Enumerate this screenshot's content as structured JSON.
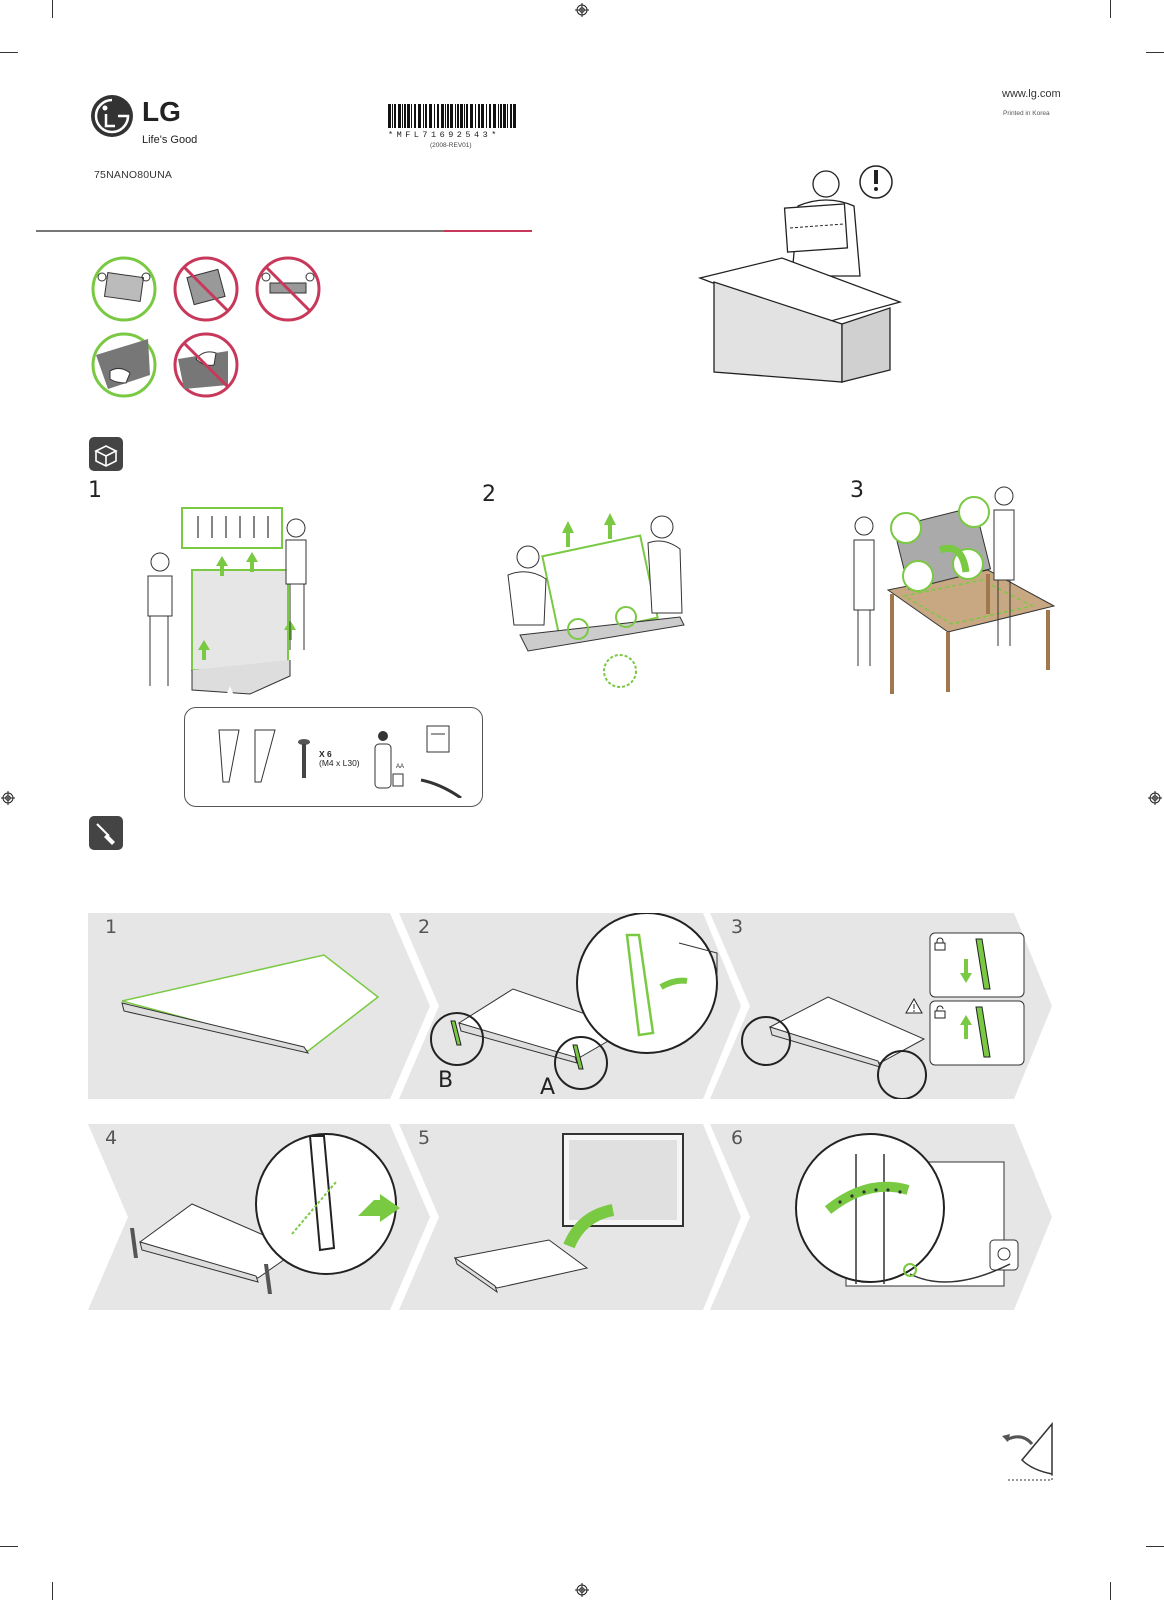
{
  "brand": {
    "logo_text": "LG",
    "tagline": "Life's Good"
  },
  "model": "75NANO80UNA",
  "website": "www.lg.com",
  "printed_in": "Printed in Korea",
  "barcode": {
    "number": "*MFL71692543*",
    "revision": "(2008-REV01)"
  },
  "unpack_steps": [
    "1",
    "2",
    "3"
  ],
  "accessories": {
    "screw_count": "X 6",
    "screw_spec": "(M4 x L30)",
    "battery_label": "AA"
  },
  "assembly_steps": [
    "1",
    "2",
    "3",
    "4",
    "5",
    "6"
  ],
  "stand_labels": {
    "a": "A",
    "b": "B"
  },
  "colors": {
    "green": "#7ac943",
    "red": "#c8385a",
    "panel_bg": "#e6e6e6",
    "dark_icon": "#444444"
  },
  "icons": [
    "unbox-icon",
    "screwdriver-icon",
    "warning-icon",
    "lock-icon",
    "page-turn-icon"
  ]
}
